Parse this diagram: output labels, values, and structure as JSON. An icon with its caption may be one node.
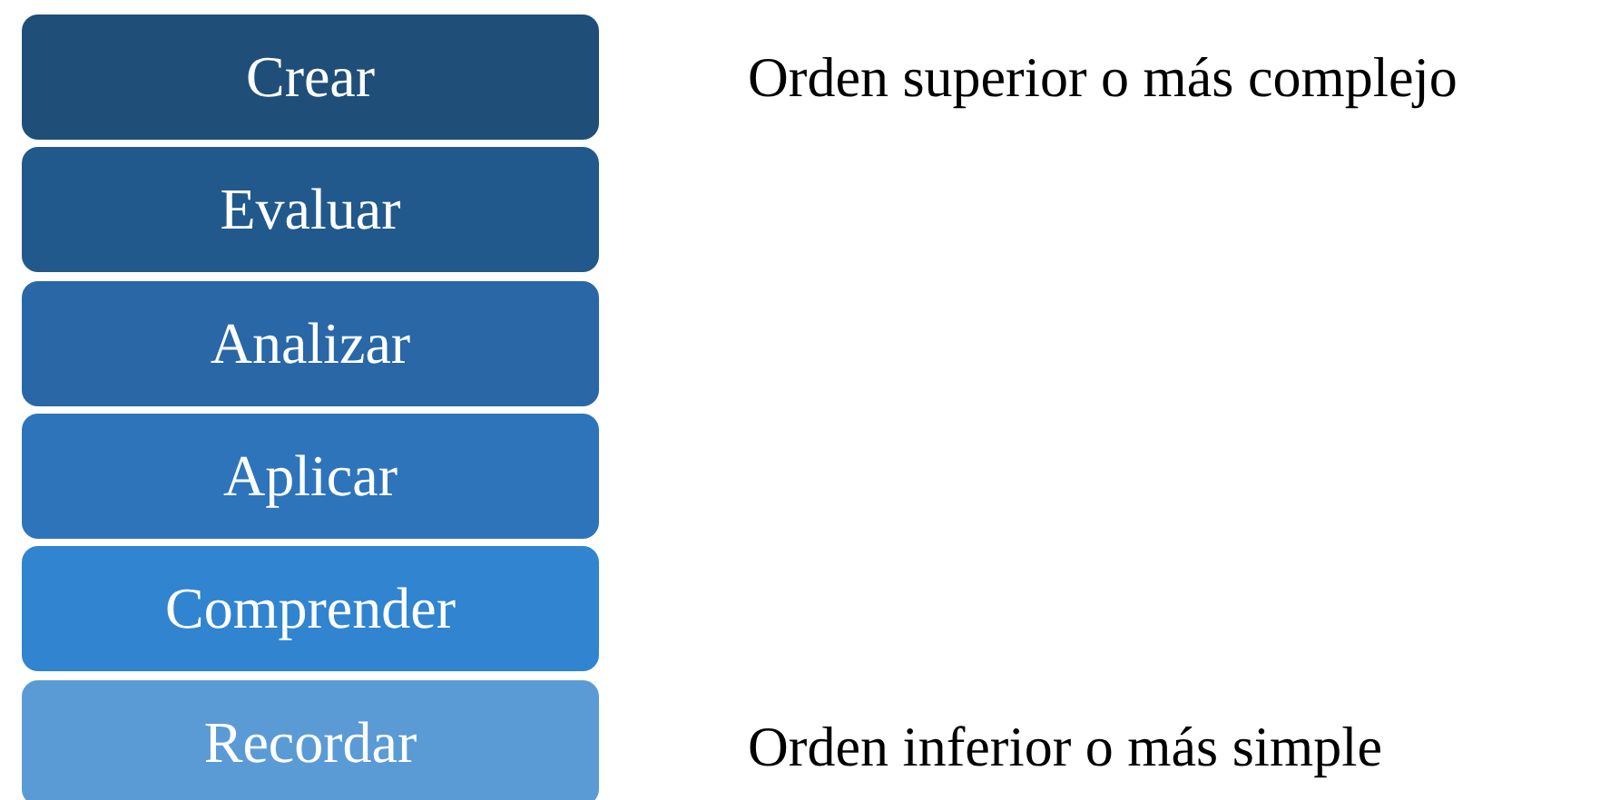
{
  "diagram": {
    "nodes": [
      {
        "text": [
          "Crear"
        ]
      },
      {
        "text": [
          "Evaluar"
        ]
      },
      {
        "text": [
          "Analizar"
        ]
      },
      {
        "text": [
          "Aplicar"
        ]
      },
      {
        "text": [
          "Comprender"
        ]
      },
      {
        "text": [
          "Recordar"
        ]
      }
    ],
    "labels": [
      "Orden superior o más complejo",
      "Orden inferior o más simple"
    ]
  }
}
